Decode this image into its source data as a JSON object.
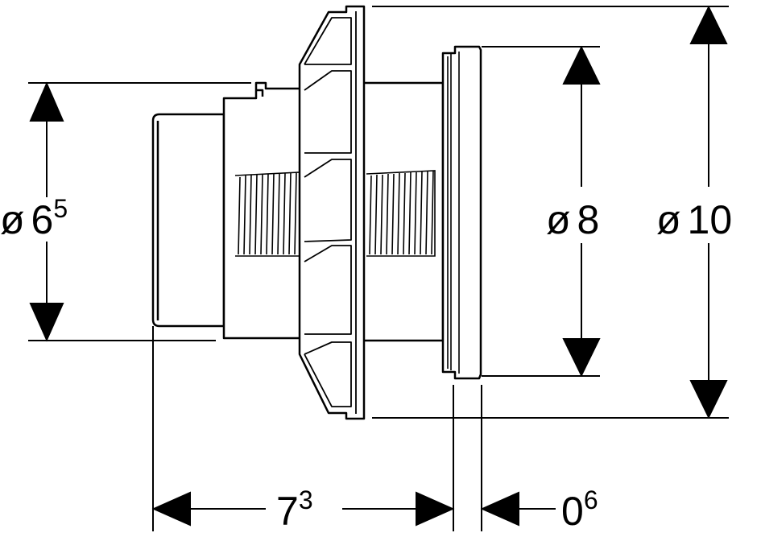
{
  "dimensions": {
    "left_diameter": {
      "symbol": "ø",
      "value": "6",
      "sup": "5"
    },
    "mid_diameter": {
      "symbol": "ø",
      "value": "8"
    },
    "outer_diameter": {
      "symbol": "ø",
      "value": "10"
    },
    "length": {
      "value": "7",
      "sup": "3"
    },
    "flange_thickness": {
      "value": "0",
      "sup": "6"
    }
  },
  "colors": {
    "line": "#000000",
    "background": "#ffffff"
  }
}
